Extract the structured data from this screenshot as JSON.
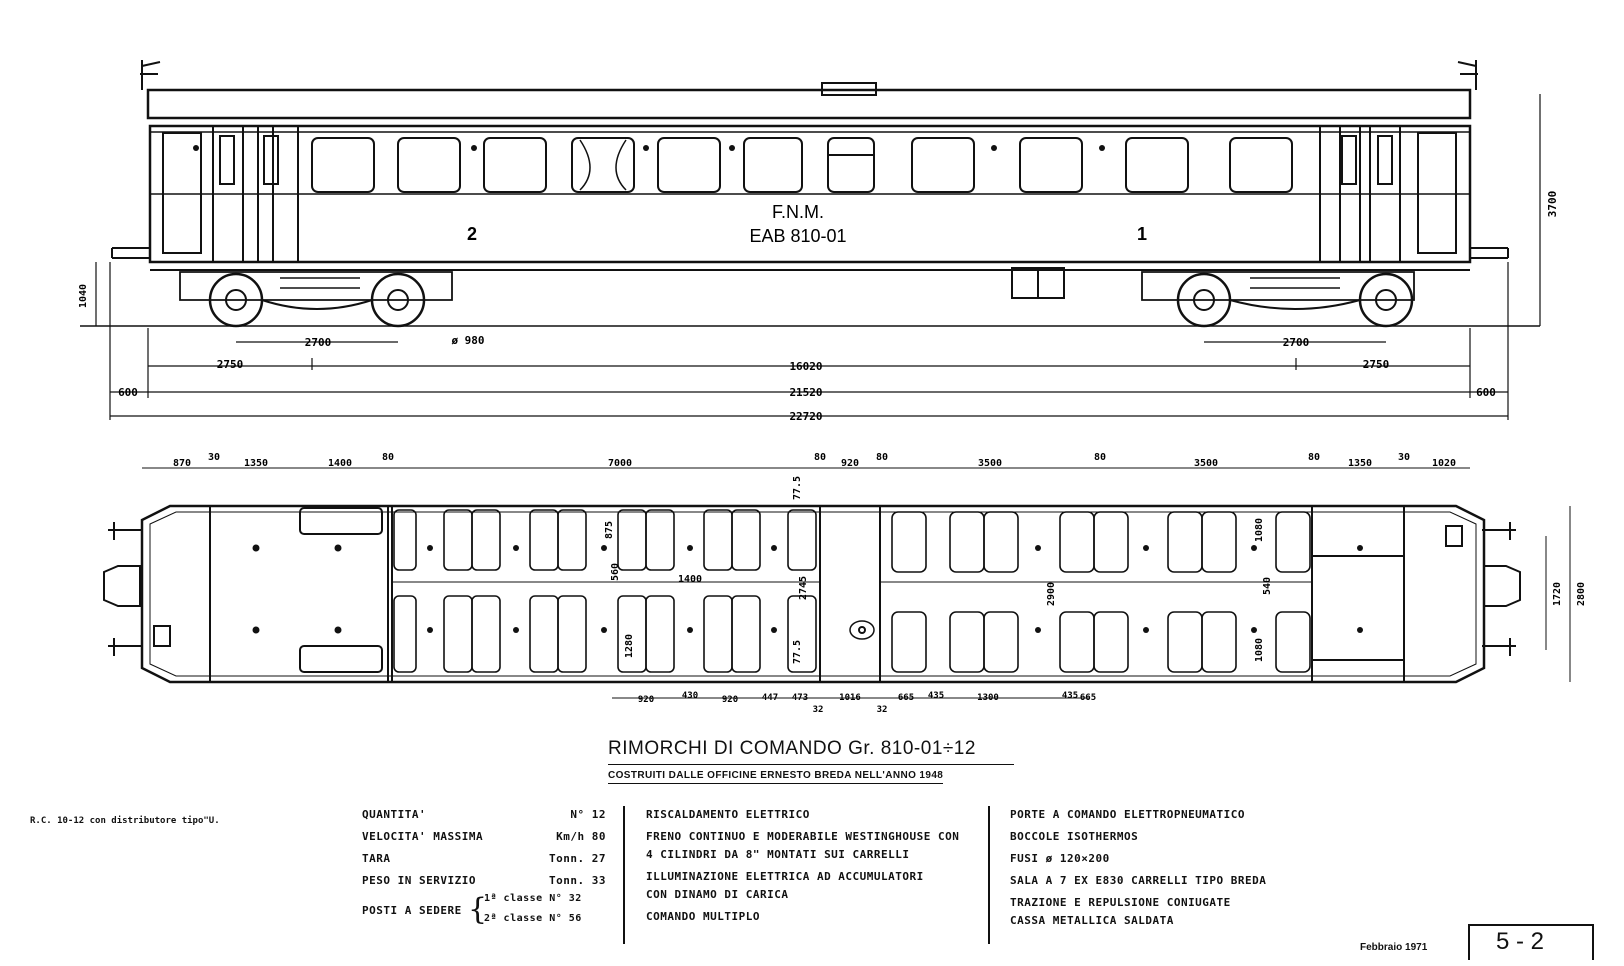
{
  "side_view": {
    "company": "F.N.M.",
    "car_number": "EAB 810-01",
    "end_left": "2",
    "end_right": "1"
  },
  "dimensions_side": {
    "bogie_left": "2700",
    "wheel": "ø 980",
    "bogie_right": "2700",
    "overhang_left": "2750",
    "pivots": "16020",
    "overhang_right": "2750",
    "buffer_left": "600",
    "body": "21520",
    "buffer_right": "600",
    "overall": "22720",
    "height": "3700",
    "buffer_height": "1040"
  },
  "dimensions_plan_top": [
    "870",
    "30",
    "1350",
    "1400",
    "80",
    "7000",
    "80",
    "920",
    "80",
    "3500",
    "80",
    "3500",
    "80",
    "1350",
    "30",
    "1020"
  ],
  "dimensions_plan_bottom": [
    "920",
    "430",
    "920",
    "447",
    "473",
    "32",
    "1016",
    "32",
    "665",
    "435",
    "1300",
    "435",
    "665"
  ],
  "dimensions_plan_inner": [
    "875",
    "560",
    "1400",
    "1280",
    "77.5",
    "2745",
    "77.5",
    "2900",
    "1080",
    "540",
    "1080"
  ],
  "dimensions_plan_width": [
    "1720",
    "2800"
  ],
  "title": {
    "main": "RIMORCHI  DI  COMANDO  Gr. 810-01÷12",
    "sub": "COSTRUITI  DALLE  OFFICINE  ERNESTO  BREDA  NELL'ANNO  1948"
  },
  "note_left": "R.C.  10-12  con distributore tipo\"U.",
  "specs_col1": [
    {
      "label": "QUANTITA'",
      "value": "N° 12"
    },
    {
      "label": "VELOCITA' MASSIMA",
      "value": "Km/h 80"
    },
    {
      "label": "TARA",
      "value": "Tonn. 27"
    },
    {
      "label": "PESO IN SERVIZIO",
      "value": "Tonn. 33"
    }
  ],
  "seats": {
    "label": "POSTI A SEDERE",
    "first": "1ª classe N° 32",
    "second": "2ª classe N° 56"
  },
  "specs_col2": [
    "RISCALDAMENTO ELETTRICO",
    "FRENO CONTINUO E MODERABILE WESTINGHOUSE CON",
    "4 CILINDRI DA 8\" MONTATI SUI CARRELLI",
    "ILLUMINAZIONE ELETTRICA AD ACCUMULATORI",
    "CON DINAMO DI CARICA",
    "COMANDO MULTIPLO"
  ],
  "specs_col3": [
    "PORTE A COMANDO ELETTROPNEUMATICO",
    "BOCCOLE ISOTHERMOS",
    "FUSI ø 120×200",
    "SALA A 7  EX E830  CARRELLI TIPO BREDA",
    "TRAZIONE E REPULSIONE CONIUGATE",
    "CASSA METALLICA SALDATA"
  ],
  "date": "Febbraio 1971",
  "sheet": "5 - 2"
}
